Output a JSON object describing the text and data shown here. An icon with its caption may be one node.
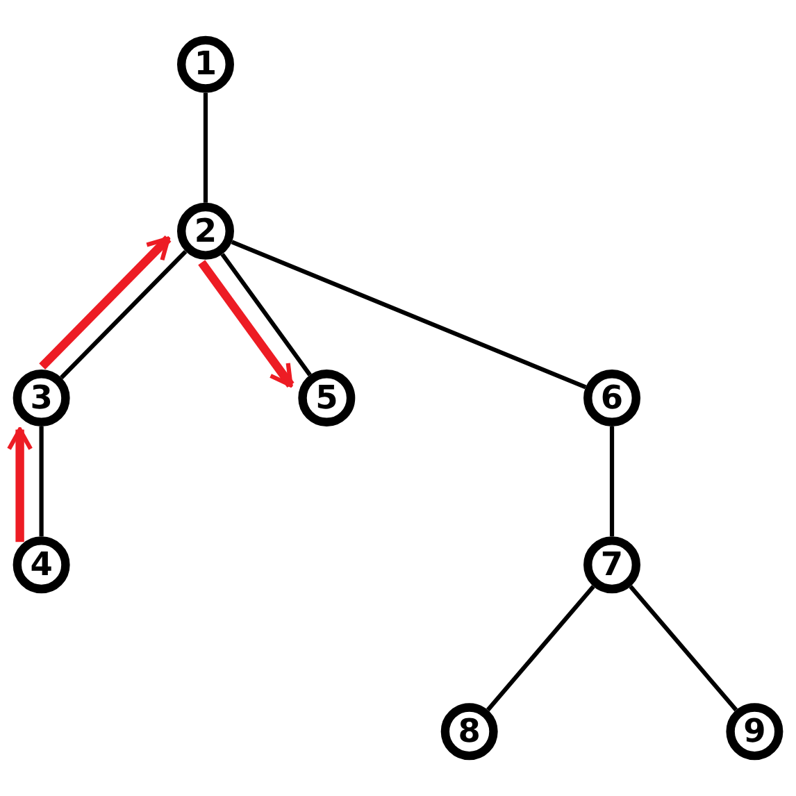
{
  "diagram": {
    "nodes": [
      {
        "text": [
          "1"
        ]
      },
      {
        "text": [
          "2"
        ]
      },
      {
        "text": [
          "3"
        ]
      },
      {
        "text": [
          "4"
        ]
      },
      {
        "text": [
          "5"
        ]
      },
      {
        "text": [
          "6"
        ]
      },
      {
        "text": [
          "7"
        ]
      },
      {
        "text": [
          "8"
        ]
      },
      {
        "text": [
          "9"
        ]
      }
    ],
    "edges": [
      {
        "from": 0,
        "to": 1,
        "arrow": "none"
      },
      {
        "from": 1,
        "to": 2,
        "arrow": "none"
      },
      {
        "from": 1,
        "to": 4,
        "arrow": "none"
      },
      {
        "from": 1,
        "to": 5,
        "arrow": "none"
      },
      {
        "from": 2,
        "to": 3,
        "arrow": "none"
      },
      {
        "from": 5,
        "to": 6,
        "arrow": "none"
      },
      {
        "from": 6,
        "to": 7,
        "arrow": "none"
      },
      {
        "from": 6,
        "to": 8,
        "arrow": "none"
      },
      {
        "from": 3,
        "to": 2,
        "arrow": "to",
        "style": "thick",
        "color": "#ed1c24"
      },
      {
        "from": 2,
        "to": 1,
        "arrow": "to",
        "style": "thick",
        "color": "#ed1c24"
      },
      {
        "from": 1,
        "to": 4,
        "arrow": "to",
        "style": "thick",
        "color": "#ed1c24"
      }
    ]
  }
}
